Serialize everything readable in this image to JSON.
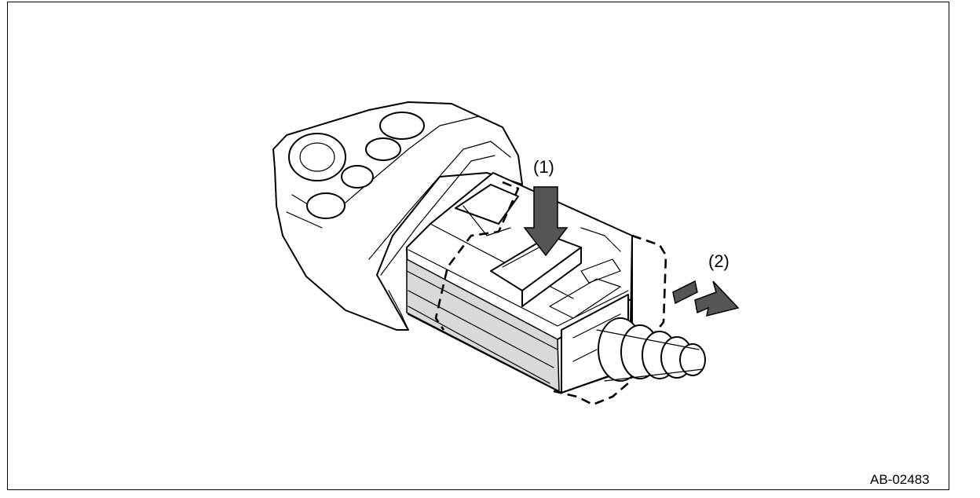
{
  "labels": {
    "step1": "(1)",
    "step2": "(2)"
  },
  "figure_code": "AB-02483",
  "icons": {
    "press_arrow": "down-arrow-icon",
    "pull_arrow": "right-arrow-icon"
  },
  "colors": {
    "line": "#000000",
    "background": "#ffffff",
    "shade": "#d9d9d9",
    "arrow_fill": "#555555"
  }
}
